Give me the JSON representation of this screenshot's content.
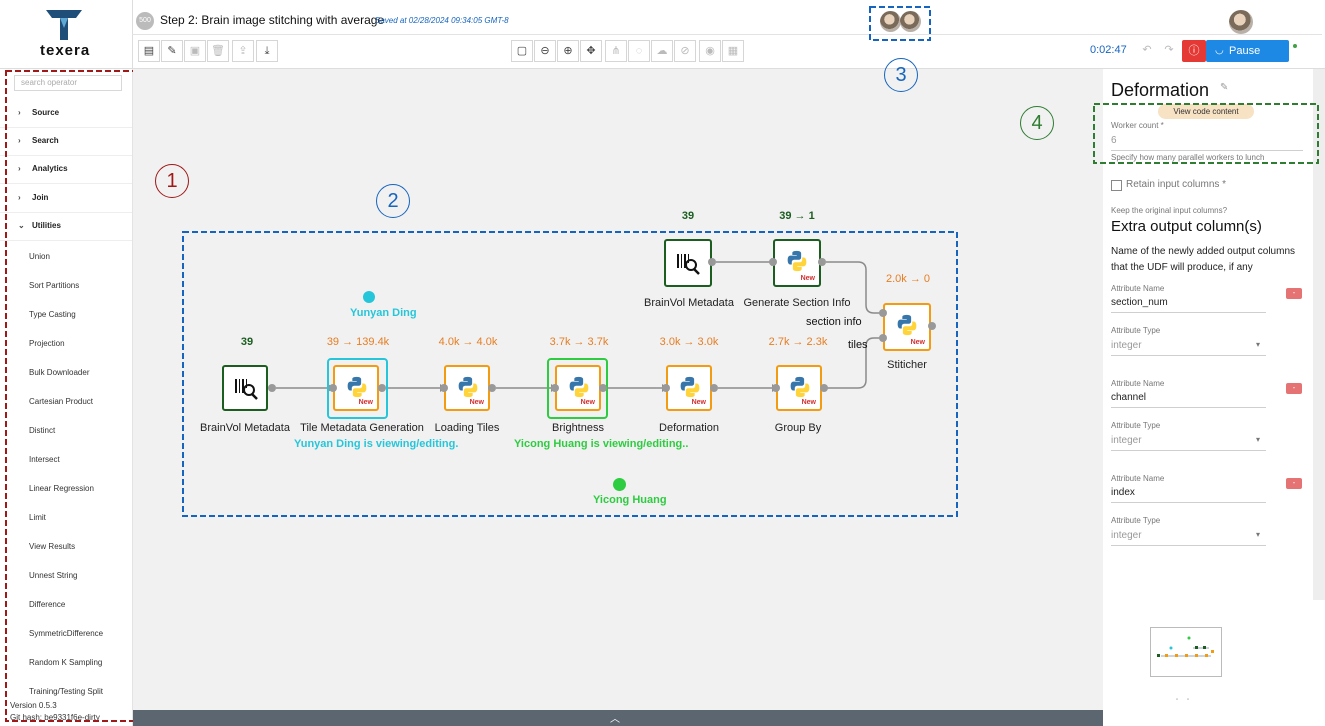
{
  "app": {
    "logo_text": "texera"
  },
  "workflow": {
    "count_badge": "500",
    "title": "Step 2: Brain image stitching with average",
    "saved": "Saved at 02/28/2024 09:34:05 GMT-8"
  },
  "toolbar": {
    "left_icons": [
      "menu-icon",
      "edit-icon",
      "save-icon",
      "delete-icon",
      "upload-icon",
      "download-icon"
    ],
    "center_icons": [
      "zoom-fit-icon",
      "zoom-out-icon",
      "zoom-in-icon",
      "fullscreen-icon",
      "share-icon",
      "comment-icon",
      "cloud-icon",
      "disable-icon",
      "view-icon",
      "grid-icon"
    ],
    "elapsed": "0:02:47",
    "pause_label": "Pause"
  },
  "sidebar": {
    "search_placeholder": "search operator",
    "categories": [
      {
        "label": "Source",
        "chevron": "›"
      },
      {
        "label": "Search",
        "chevron": "›"
      },
      {
        "label": "Analytics",
        "chevron": "›"
      },
      {
        "label": "Join",
        "chevron": "›"
      },
      {
        "label": "Utilities",
        "chevron": "⌄"
      }
    ],
    "utilities": [
      "Union",
      "Sort Partitions",
      "Type Casting",
      "Projection",
      "Bulk Downloader",
      "Cartesian Product",
      "Distinct",
      "Intersect",
      "Linear Regression",
      "Limit",
      "View Results",
      "Unnest String",
      "Difference",
      "SymmetricDifference",
      "Random K Sampling",
      "Training/Testing Split"
    ],
    "version": "Version 0.5.3",
    "git_hash": "Git hash: be9331f6e-dirty"
  },
  "annotations": [
    "1",
    "2",
    "3",
    "4"
  ],
  "workflow_canvas": {
    "operators": [
      {
        "label": "BrainVol Metadata",
        "stat": "39"
      },
      {
        "label": "Tile Metadata Generation",
        "stat": "39 → 139.4k",
        "new": "New"
      },
      {
        "label": "Loading Tiles",
        "stat": "4.0k → 4.0k",
        "new": "New"
      },
      {
        "label": "Brightness",
        "stat": "3.7k → 3.7k",
        "new": "New"
      },
      {
        "label": "Deformation",
        "stat": "3.0k → 3.0k",
        "new": "New"
      },
      {
        "label": "Group By",
        "stat": "2.7k → 2.3k",
        "new": "New"
      },
      {
        "label": "BrainVol Metadata",
        "stat": "39"
      },
      {
        "label": "Generate Section Info",
        "stat": "39 → 1",
        "new": "New"
      },
      {
        "label": "Stiticher",
        "stat": "2.0k → 0",
        "new": "New"
      }
    ],
    "port_labels": {
      "section_info": "section info",
      "tiles": "tiles"
    },
    "users": {
      "yunyan_cursor": "Yunyan Ding",
      "yicong_cursor": "Yicong Huang"
    },
    "viewing": {
      "yunyan": "Yunyan Ding is viewing/editing.",
      "yicong": "Yicong Huang is viewing/editing.."
    },
    "colors": {
      "yunyan": "#26c6da",
      "yicong": "#2ecc40",
      "orange": "#f39c12",
      "green": "#1b5e20"
    }
  },
  "panel": {
    "title": "Deformation",
    "view_code": "View code content",
    "worker_label": "Worker count *",
    "worker_value": "6",
    "worker_hint": "Specify how many parallel workers to lunch",
    "retain_label": "Retain input columns *",
    "retain_hint": "Keep the original input columns?",
    "extra_title": "Extra output column(s)",
    "extra_desc": "Name of the newly added output columns that the UDF will produce, if any",
    "name_label": "Attribute Name",
    "type_label": "Attribute Type",
    "columns": [
      {
        "name": "section_num",
        "type": "integer"
      },
      {
        "name": "channel",
        "type": "integer"
      },
      {
        "name": "index",
        "type": "integer"
      }
    ]
  }
}
